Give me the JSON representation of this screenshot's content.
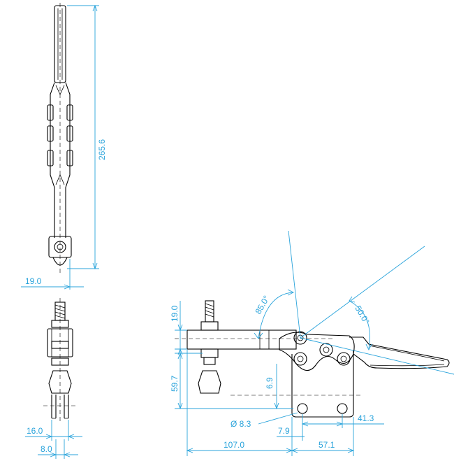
{
  "colors": {
    "dimension": "#29a3db",
    "outline": "#000000",
    "background": "#ffffff"
  },
  "dimensions": {
    "handle_height": "265.6",
    "width_top_view": "19.0",
    "spindle_width": "16.0",
    "slot_width": "8.0",
    "arm_thickness": "19.0",
    "base_height": "59.7",
    "spindle_offset": "6.9",
    "hole_diameter": "Ø 8.3",
    "hole_edge_offset": "7.9",
    "overall_length": "107.0",
    "base_to_pivot": "57.1",
    "hole_spacing": "41.3",
    "open_angle": "85.0°",
    "handle_angle": "50.0°"
  }
}
